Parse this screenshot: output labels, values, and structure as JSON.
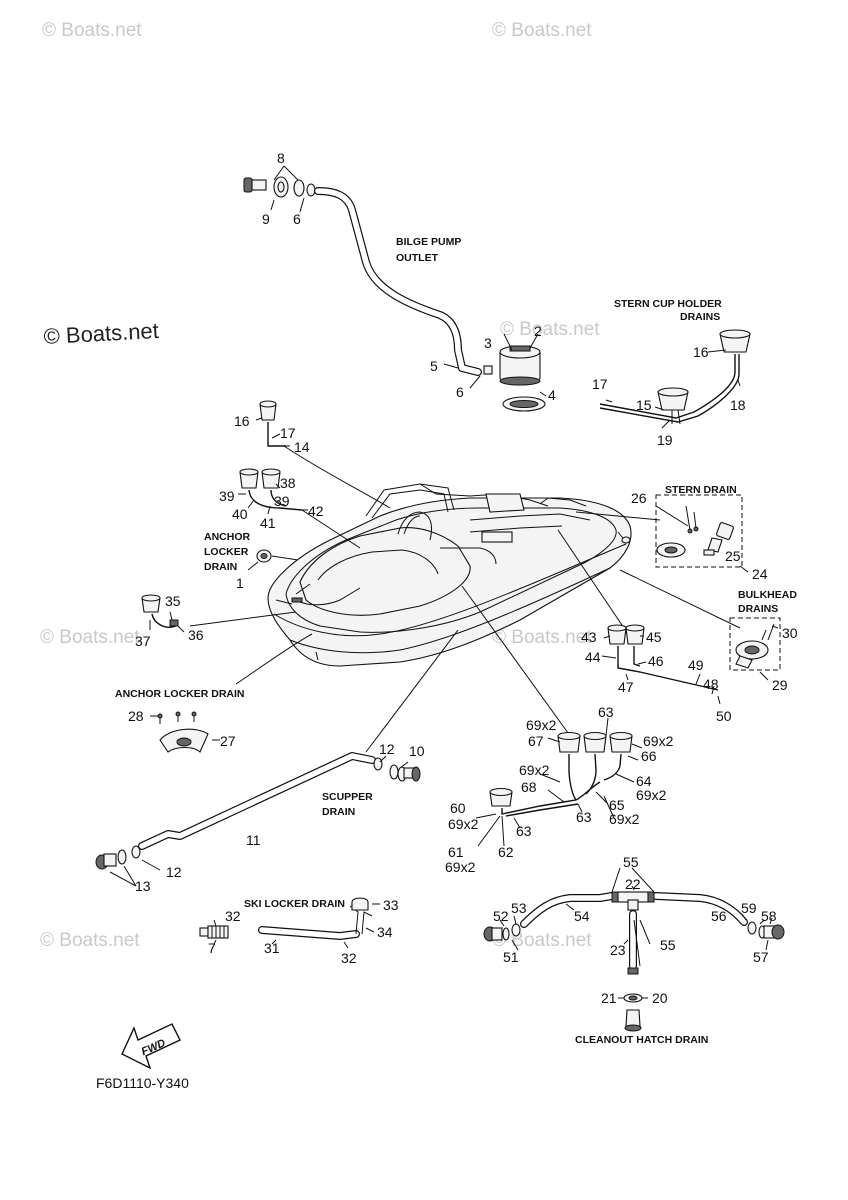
{
  "watermarks": {
    "top_left": "© Boats.net",
    "top_right": "© Boats.net",
    "main": "© Boats.net",
    "mid_center": "© Boats.net",
    "mid_left": "© Boats.net",
    "mid_right": "© Boats.net",
    "low_left": "© Boats.net",
    "low_right": "© Boats.net"
  },
  "captions": {
    "bilge_pump_outlet_1": "BILGE PUMP",
    "bilge_pump_outlet_2": "OUTLET",
    "stern_cup_holder_1": "STERN CUP HOLDER",
    "stern_cup_holder_2": "DRAINS",
    "stern_drain": "STERN DRAIN",
    "anchor_locker_1": "ANCHOR",
    "anchor_locker_2": "LOCKER",
    "anchor_locker_3": "DRAIN",
    "bulkhead_1": "BULKHEAD",
    "bulkhead_2": "DRAINS",
    "anchor_locker_drain": "ANCHOR LOCKER DRAIN",
    "scupper_1": "SCUPPER",
    "scupper_2": "DRAIN",
    "ski_locker_drain": "SKI LOCKER DRAIN",
    "cleanout_hatch_drain": "CLEANOUT HATCH DRAIN",
    "fwd": "FWD"
  },
  "figure_code": "F6D1110-Y340",
  "callouts": {
    "n1": "1",
    "n2": "2",
    "n3": "3",
    "n4": "4",
    "n5": "5",
    "n6a": "6",
    "n6b": "6",
    "n7": "7",
    "n8": "8",
    "n9": "9",
    "n10": "10",
    "n11": "11",
    "n12a": "12",
    "n12b": "12",
    "n13": "13",
    "n14": "14",
    "n15": "15",
    "n16a": "16",
    "n16b": "16",
    "n17a": "17",
    "n17b": "17",
    "n18": "18",
    "n19": "19",
    "n20": "20",
    "n21": "21",
    "n22": "22",
    "n23": "23",
    "n24": "24",
    "n25": "25",
    "n26": "26",
    "n27": "27",
    "n28": "28",
    "n29": "29",
    "n30": "30",
    "n31": "31",
    "n32a": "32",
    "n32b": "32",
    "n33": "33",
    "n34": "34",
    "n35": "35",
    "n36": "36",
    "n37": "37",
    "n38": "38",
    "n39a": "39",
    "n39b": "39",
    "n40": "40",
    "n41": "41",
    "n42": "42",
    "n43": "43",
    "n44": "44",
    "n45": "45",
    "n46": "46",
    "n47": "47",
    "n48": "48",
    "n49": "49",
    "n50": "50",
    "n51": "51",
    "n52": "52",
    "n53": "53",
    "n54": "54",
    "n55a": "55",
    "n55b": "55",
    "n56": "56",
    "n57": "57",
    "n58": "58",
    "n59": "59",
    "n60": "60",
    "n61": "61",
    "n62": "62",
    "n63a": "63",
    "n63b": "63",
    "n63c": "63",
    "n64": "64",
    "n65": "65",
    "n66": "66",
    "n67": "67",
    "n68": "68",
    "x69a": "69x2",
    "x69b": "69x2",
    "x69c": "69x2",
    "x69d": "69x2",
    "x69e": "69x2",
    "x69f": "69x2",
    "x69g": "69x2"
  }
}
